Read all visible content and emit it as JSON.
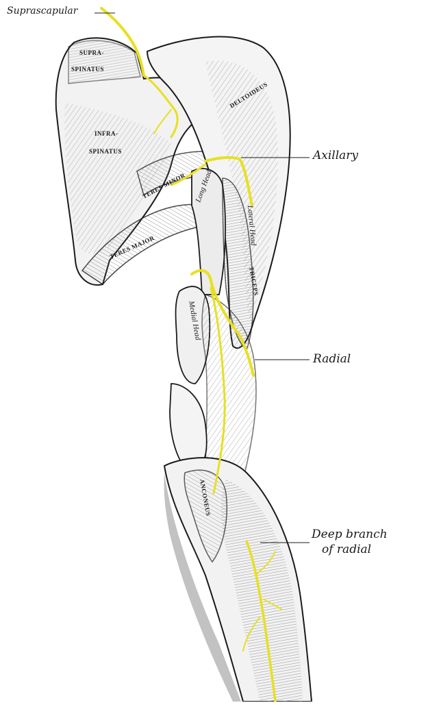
{
  "callouts": {
    "suprascapular": "Suprascapular",
    "axillary": "Axillary",
    "radial": "Radial",
    "deep_branch_line1": "Deep branch",
    "deep_branch_line2": "of radial"
  },
  "muscle_labels": {
    "supraspinatus_1": "SUPRA-",
    "supraspinatus_2": "SPINATUS",
    "infraspinatus_1": "INFRA-",
    "infraspinatus_2": "SPINATUS",
    "teres_minor": "TERES MINOR",
    "teres_major": "TERES MAJOR",
    "deltoideus": "DELTOIDEUS",
    "long_head": "Long Head",
    "lateral_head": "Lateral Head",
    "triceps": "TRICEPS",
    "medial_head": "Medial Head",
    "anconeus": "ANCONEUS"
  },
  "colors": {
    "nerve": "#e8e020",
    "outline": "#1a1a1a",
    "muscle_fill": "#f4f4f4",
    "shade": "#b8b8b8",
    "background": "#ffffff"
  }
}
